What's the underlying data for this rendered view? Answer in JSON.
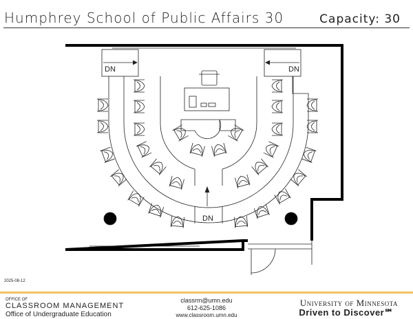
{
  "header": {
    "title": "Humphrey School of Public Affairs 30",
    "capacity": "Capacity:  30"
  },
  "plan": {
    "stair_label": "DN",
    "seat_count": 30
  },
  "footer": {
    "date": "2025-08-12",
    "office_of": "OFFICE OF",
    "classroom_management": "CLASSROOM MANAGEMENT",
    "undergrad": "Office of Undergraduate Education",
    "email": "classrm@umn.edu",
    "phone": "612-625-1086",
    "website": "www.classroom.umn.edu",
    "university": "University of Minnesota",
    "tagline": "Driven to Discover℠"
  }
}
